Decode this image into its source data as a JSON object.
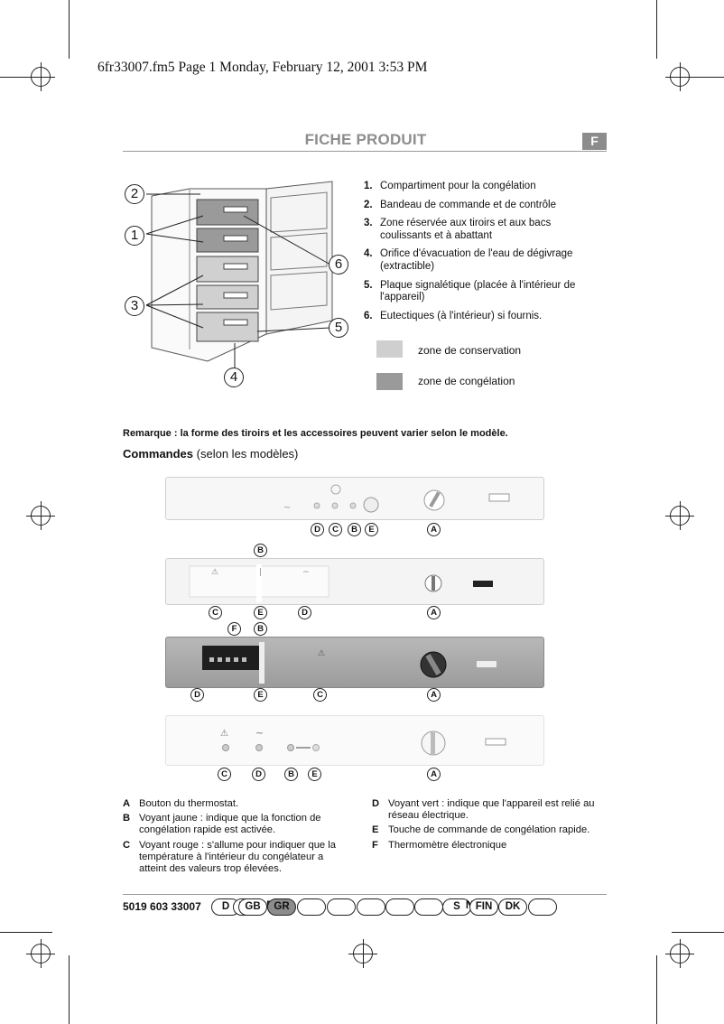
{
  "header": {
    "stamp": "6fr33007.fm5  Page 1  Monday, February 12, 2001  3:53 PM"
  },
  "title": "FICHE PRODUIT",
  "lang_badge": "F",
  "diagram_callouts": [
    "2",
    "1",
    "3",
    "4",
    "5",
    "6"
  ],
  "parts": [
    {
      "num": "1.",
      "text": "Compartiment pour la congélation"
    },
    {
      "num": "2.",
      "text": "Bandeau de commande et de contrôle"
    },
    {
      "num": "3.",
      "text": "Zone réservée aux tiroirs et aux bacs coulissants et à abattant"
    },
    {
      "num": "4.",
      "text": "Orifice d'évacuation de l'eau de dégivrage (extractible)"
    },
    {
      "num": "5.",
      "text": "Plaque signalétique (placée à l'intérieur de l'appareil)"
    },
    {
      "num": "6.",
      "text": "Eutectiques (à l'intérieur) si fournis."
    }
  ],
  "legend": [
    {
      "label": "zone de conservation",
      "color": "#cfcfcf"
    },
    {
      "label": "zone de congélation",
      "color": "#9a9a9a"
    }
  ],
  "remark": "Remarque : la forme des tiroirs et les accessoires peuvent varier selon le modèle.",
  "commands": {
    "title": "Commandes",
    "subtitle": "(selon les modèles)"
  },
  "panels": [
    {
      "callouts": [
        "D",
        "C",
        "B",
        "E",
        "A"
      ]
    },
    {
      "callouts": [
        "B",
        "C",
        "E",
        "D",
        "A"
      ]
    },
    {
      "callouts": [
        "F",
        "B",
        "D",
        "E",
        "C",
        "A"
      ]
    },
    {
      "callouts": [
        "C",
        "D",
        "B",
        "E",
        "A"
      ]
    }
  ],
  "definitions_left": [
    {
      "key": "A",
      "text": "Bouton du thermostat."
    },
    {
      "key": "B",
      "text": "Voyant jaune : indique que la fonction de congélation rapide est activée."
    },
    {
      "key": "C",
      "text": "Voyant rouge : s'allume pour indiquer que la température à l'intérieur du congélateur a atteint des valeurs trop élevées."
    }
  ],
  "definitions_right": [
    {
      "key": "D",
      "text": "Voyant vert : indique que l'appareil est relié au réseau électrique."
    },
    {
      "key": "E",
      "text": "Touche de commande de congélation rapide."
    },
    {
      "key": "F",
      "text": "Thermomètre électronique"
    }
  ],
  "footer": {
    "code": "5019 603 33007",
    "languages": [
      "D",
      "NL",
      "GB",
      "P",
      "GR",
      "",
      "",
      "",
      "",
      "",
      "S",
      "N",
      "FIN",
      "DK",
      ""
    ],
    "active_color": "#8c8c8c"
  }
}
